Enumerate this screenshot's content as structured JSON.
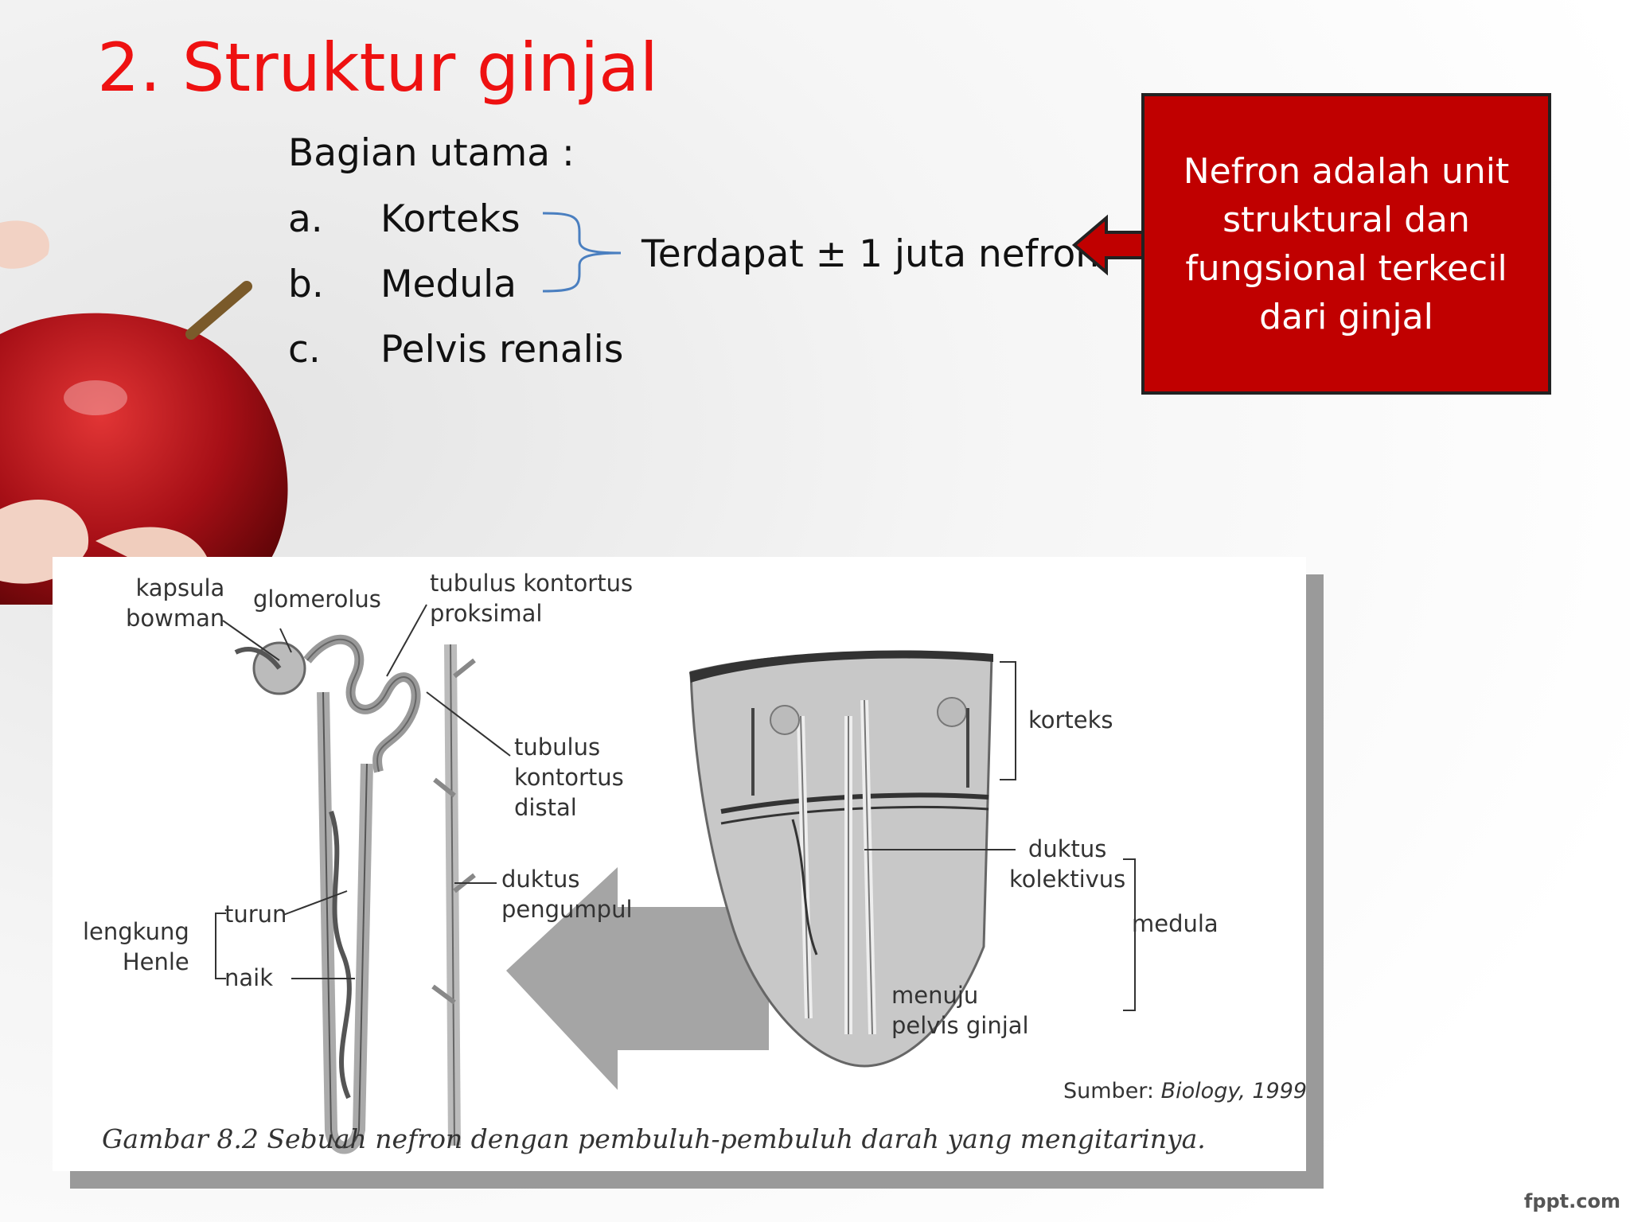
{
  "slide": {
    "title": "2. Struktur ginjal",
    "subtitle": "Bagian utama :",
    "parts": [
      {
        "letter": "a.",
        "label": "Korteks"
      },
      {
        "letter": "b.",
        "label": "Medula"
      },
      {
        "letter": "c.",
        "label": "Pelvis renalis"
      }
    ],
    "brace_note": "Terdapat ± 1 juta nefron",
    "callout": "Nefron adalah unit struktural dan fungsional terkecil dari ginjal",
    "accent_color": "#c00000",
    "title_color": "#ee1111"
  },
  "figure": {
    "labels": {
      "kapsula": [
        "kapsula",
        "bowman"
      ],
      "glomerolus": "glomerolus",
      "proksimal": [
        "tubulus  kontortus",
        "proksimal"
      ],
      "distal": [
        "tubulus",
        "kontortus",
        "distal"
      ],
      "pengumpul": [
        "duktus",
        "pengumpul"
      ],
      "lengkung": [
        "lengkung",
        "Henle"
      ],
      "turun": "turun",
      "naik": "naik",
      "korteks": "korteks",
      "kolektivus": [
        "duktus",
        "kolektivus"
      ],
      "medula": "medula",
      "pelvis": [
        "menuju",
        "pelvis ginjal"
      ]
    },
    "source_prefix": "Sumber:",
    "source_italic": "Biology, 1999",
    "caption": "Gambar 8.2 Sebuah nefron dengan pembuluh-pembuluh darah yang mengitarinya."
  },
  "footer": {
    "watermark": "fppt.com"
  }
}
